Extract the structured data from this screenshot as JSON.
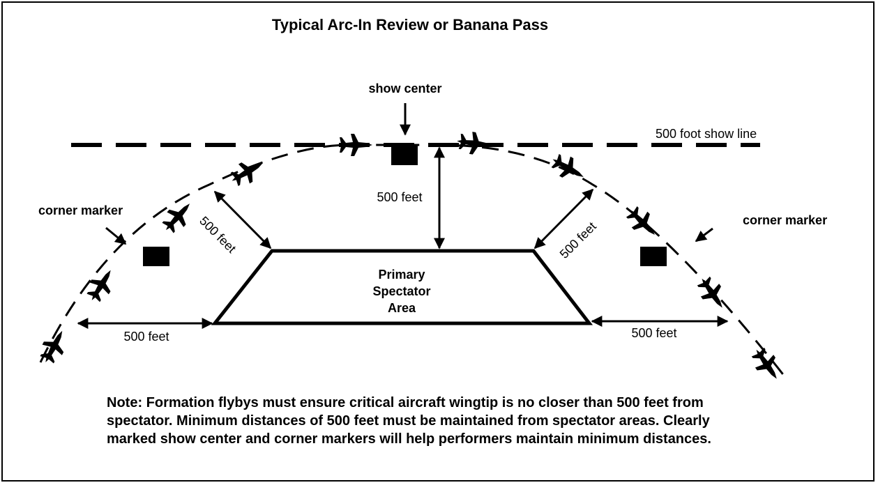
{
  "title": "Typical Arc-In Review or Banana Pass",
  "labels": {
    "show_center": "show center",
    "show_line": "500 foot show line",
    "corner_marker_left": "corner marker",
    "corner_marker_right": "corner marker",
    "dist_center": "500 feet",
    "dist_left_diag": "500 feet",
    "dist_right_diag": "500 feet",
    "dist_left_horiz": "500 feet",
    "dist_right_horiz": "500 feet"
  },
  "spectator_area": {
    "line1": "Primary",
    "line2": "Spectator",
    "line3": "Area"
  },
  "note": "Note: Formation flybys must ensure critical aircraft wingtip is no closer than 500 feet from spectator. Minimum distances of 500 feet must be maintained from spectator areas. Clearly marked show center and corner markers will help performers maintain minimum distances.",
  "icons": [
    "jet-aircraft-icon",
    "marker-square-icon",
    "arrow-icon"
  ]
}
